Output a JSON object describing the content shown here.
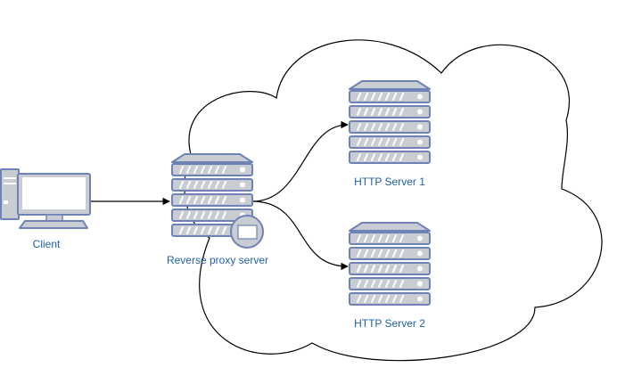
{
  "nodes": {
    "client": {
      "label": "Client"
    },
    "proxy": {
      "label": "Reverse proxy server"
    },
    "server1": {
      "label": "HTTP Server 1"
    },
    "server2": {
      "label": "HTTP Server 2"
    }
  },
  "edges": [
    {
      "from": "client",
      "to": "proxy"
    },
    {
      "from": "proxy",
      "to": "server1"
    },
    {
      "from": "proxy",
      "to": "server2"
    }
  ],
  "colors": {
    "icon_fill": "#c9cdd3",
    "icon_stroke": "#6e82b5",
    "label": "#1f5fa8",
    "line": "#000000"
  }
}
